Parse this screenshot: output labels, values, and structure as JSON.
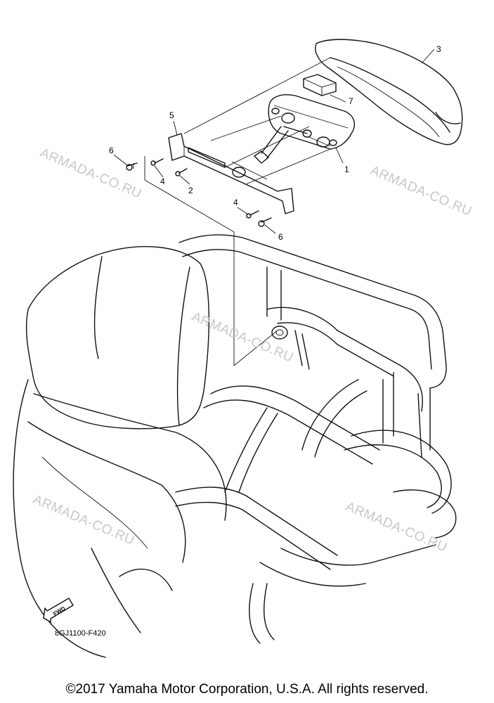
{
  "callouts": {
    "c1": "1",
    "c2": "2",
    "c3": "3",
    "c4a": "4",
    "c4b": "4",
    "c5": "5",
    "c6a": "6",
    "c6b": "6",
    "c7": "7"
  },
  "watermark": "ARMADA-CO.RU",
  "fwd_label": "FWD",
  "diagram_code": "8GJ1100-F420",
  "copyright": "©2017 Yamaha Motor Corporation, U.S.A. All rights reserved."
}
